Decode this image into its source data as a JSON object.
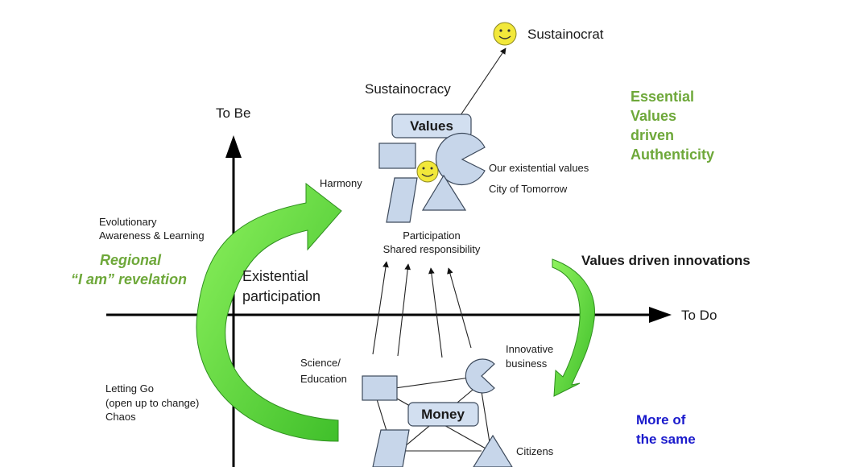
{
  "axes": {
    "y_label": "To Be",
    "x_label": "To Do"
  },
  "top": {
    "sustainocrat": "Sustainocrat",
    "sustainocracy": "Sustainocracy",
    "values_box": "Values",
    "harmony": "Harmony",
    "existential_values": "Our existential values",
    "city_of_tomorrow": "City of Tomorrow",
    "participation": "Participation",
    "shared_responsibility": "Shared responsibility"
  },
  "right": {
    "essential_lines": [
      "Essential",
      "Values",
      "driven",
      "Authenticity"
    ],
    "values_driven_innovations": "Values driven innovations",
    "more_of_the_same_lines": [
      "More of",
      "the same"
    ]
  },
  "left": {
    "evolutionary_lines": [
      "Evolutionary",
      "Awareness & Learning"
    ],
    "regional_lines": [
      "Regional",
      "“I am” revelation"
    ],
    "existential_participation_lines": [
      "Existential",
      "participation"
    ],
    "letting_go_lines": [
      "Letting Go",
      "(open up to change)",
      "Chaos"
    ]
  },
  "bottom": {
    "science_lines": [
      "Science/",
      "Education"
    ],
    "innovative_lines": [
      "Innovative",
      "business"
    ],
    "money_box": "Money",
    "citizens": "Citizens"
  },
  "colors": {
    "green_arrow": "#5fd93a",
    "green_text": "#6ea83a",
    "blue_text": "#1a1acc",
    "shape_fill": "#c7d6ea",
    "smiley": "#f2e83a"
  },
  "icons": [
    "smiley-icon",
    "smiley-icon"
  ]
}
